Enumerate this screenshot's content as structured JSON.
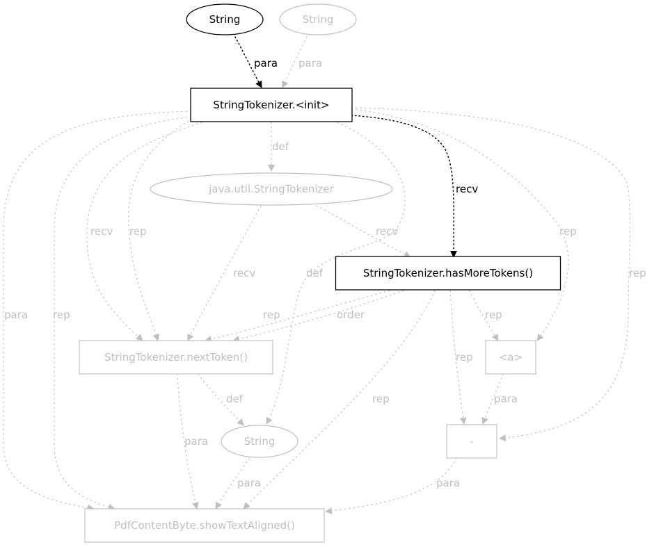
{
  "colors": {
    "active": "#000000",
    "inactive": "#c0c0c0",
    "background": "#ffffff"
  },
  "nodes": [
    {
      "id": "string_arg1",
      "label": "String",
      "shape": "ellipse",
      "active": true
    },
    {
      "id": "string_arg2",
      "label": "String",
      "shape": "ellipse",
      "active": false
    },
    {
      "id": "init",
      "label": "StringTokenizer.<init>",
      "shape": "box",
      "active": true
    },
    {
      "id": "java_st",
      "label": "java.util.StringTokenizer",
      "shape": "ellipse",
      "active": false
    },
    {
      "id": "hasMore",
      "label": "StringTokenizer.hasMoreTokens()",
      "shape": "box",
      "active": true
    },
    {
      "id": "nextToken",
      "label": "StringTokenizer.nextToken()",
      "shape": "box",
      "active": false
    },
    {
      "id": "a_node",
      "label": "<a>",
      "shape": "box",
      "active": false
    },
    {
      "id": "string_ret",
      "label": "String",
      "shape": "ellipse",
      "active": false
    },
    {
      "id": "dash",
      "label": "-",
      "shape": "box",
      "active": false
    },
    {
      "id": "show",
      "label": "PdfContentByte.showTextAligned()",
      "shape": "box",
      "active": false
    }
  ],
  "edges": [
    {
      "from": "string_arg1",
      "to": "init",
      "label": "para",
      "active": true
    },
    {
      "from": "string_arg2",
      "to": "init",
      "label": "para",
      "active": false
    },
    {
      "from": "init",
      "to": "java_st",
      "label": "def",
      "active": false
    },
    {
      "from": "init",
      "to": "hasMore",
      "label": "recv",
      "active": true
    },
    {
      "from": "init",
      "to": "nextToken",
      "label": "recv",
      "active": false
    },
    {
      "from": "init",
      "to": "nextToken",
      "label": "rep",
      "active": false
    },
    {
      "from": "init",
      "to": "show",
      "label": "para",
      "active": false
    },
    {
      "from": "init",
      "to": "show",
      "label": "rep",
      "active": false
    },
    {
      "from": "init",
      "to": "string_ret",
      "label": "def",
      "active": false
    },
    {
      "from": "init",
      "to": "a_node",
      "label": "rep",
      "active": false
    },
    {
      "from": "init",
      "to": "dash",
      "label": "rep",
      "active": false
    },
    {
      "from": "java_st",
      "to": "nextToken",
      "label": "recv",
      "active": false
    },
    {
      "from": "java_st",
      "to": "hasMore",
      "label": "recv",
      "active": false
    },
    {
      "from": "hasMore",
      "to": "nextToken",
      "label": "rep",
      "active": false
    },
    {
      "from": "hasMore",
      "to": "nextToken",
      "label": "order",
      "active": false
    },
    {
      "from": "hasMore",
      "to": "a_node",
      "label": "rep",
      "active": false
    },
    {
      "from": "hasMore",
      "to": "dash",
      "label": "rep",
      "active": false
    },
    {
      "from": "hasMore",
      "to": "show",
      "label": "rep",
      "active": false
    },
    {
      "from": "nextToken",
      "to": "string_ret",
      "label": "def",
      "active": false
    },
    {
      "from": "nextToken",
      "to": "show",
      "label": "para",
      "active": false
    },
    {
      "from": "string_ret",
      "to": "show",
      "label": "para",
      "active": false
    },
    {
      "from": "a_node",
      "to": "dash",
      "label": "para",
      "active": false
    },
    {
      "from": "dash",
      "to": "show",
      "label": "para",
      "active": false
    }
  ]
}
